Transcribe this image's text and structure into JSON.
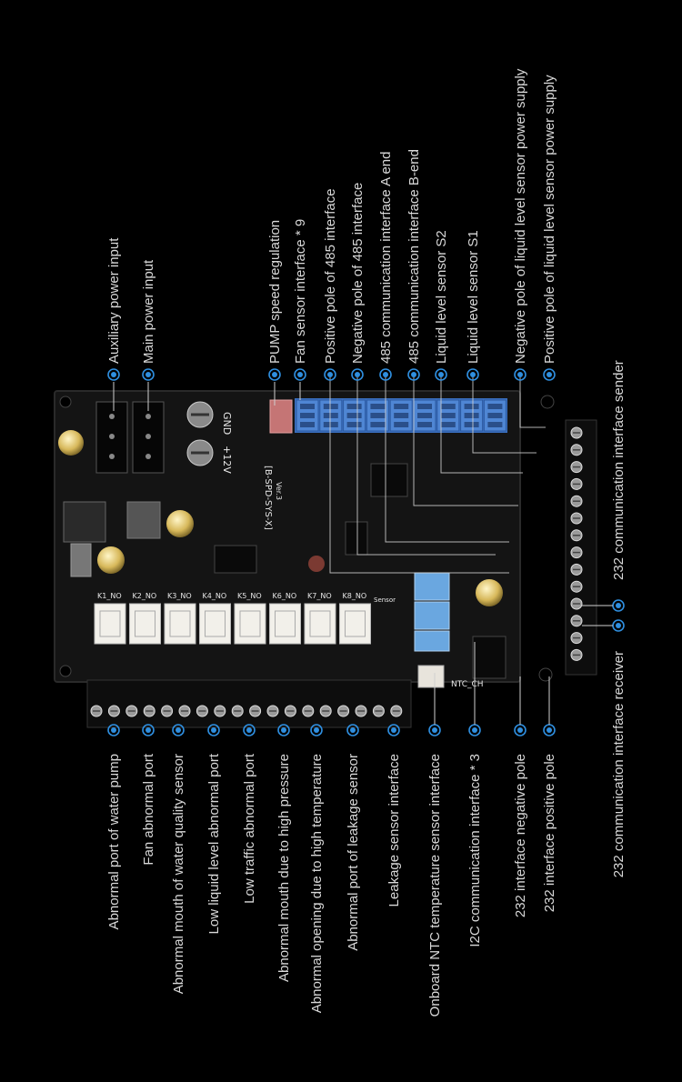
{
  "board": {
    "model_text": "[B-SPD-SYS-X]",
    "version_text": "Ver.3",
    "gnd_text": "GND",
    "v12_text": "+12V",
    "ntc_text": "NTC_CH",
    "sensor_text": "Sensor"
  },
  "top_labels": [
    "Auxiliary power input",
    "Main power input",
    "PUMP speed regulation",
    "Fan sensor interface * 9",
    "Positive pole of 485 interface",
    "Negative pole of 485 interface",
    "485 communication interface A end",
    "485 communication interface B-end",
    "Liquid level sensor S2",
    "Liquid level sensor S1",
    "Negative pole of liquid level sensor power supply",
    "Positive pole of liquid level sensor power supply",
    "232 communication interface sender"
  ],
  "bottom_labels": [
    "Abnormal port of water pump",
    "Fan abnormal port",
    "Abnormal mouth of water quality sensor",
    "Low liquid level abnormal port",
    "Low traffic abnormal port",
    "Abnormal mouth due to high pressure",
    "Abnormal opening due to high temperature",
    "Abnormal port of leakage sensor",
    "Leakage sensor interface",
    "Onboard NTC temperature sensor interface",
    "I2C communication interface * 3",
    "232 interface negative pole",
    "232 interface positive pole",
    "232 communication interface receiver"
  ],
  "relay_labels": [
    "K1_NO",
    "K2_NO",
    "K3_NO",
    "K4_NO",
    "K5_NO",
    "K6_NO",
    "K7_NO",
    "K8_NO"
  ],
  "colors": {
    "accent": "#2f8fe0",
    "background": "#000000",
    "pcb": "#141414",
    "text": "#d8d8d8"
  }
}
